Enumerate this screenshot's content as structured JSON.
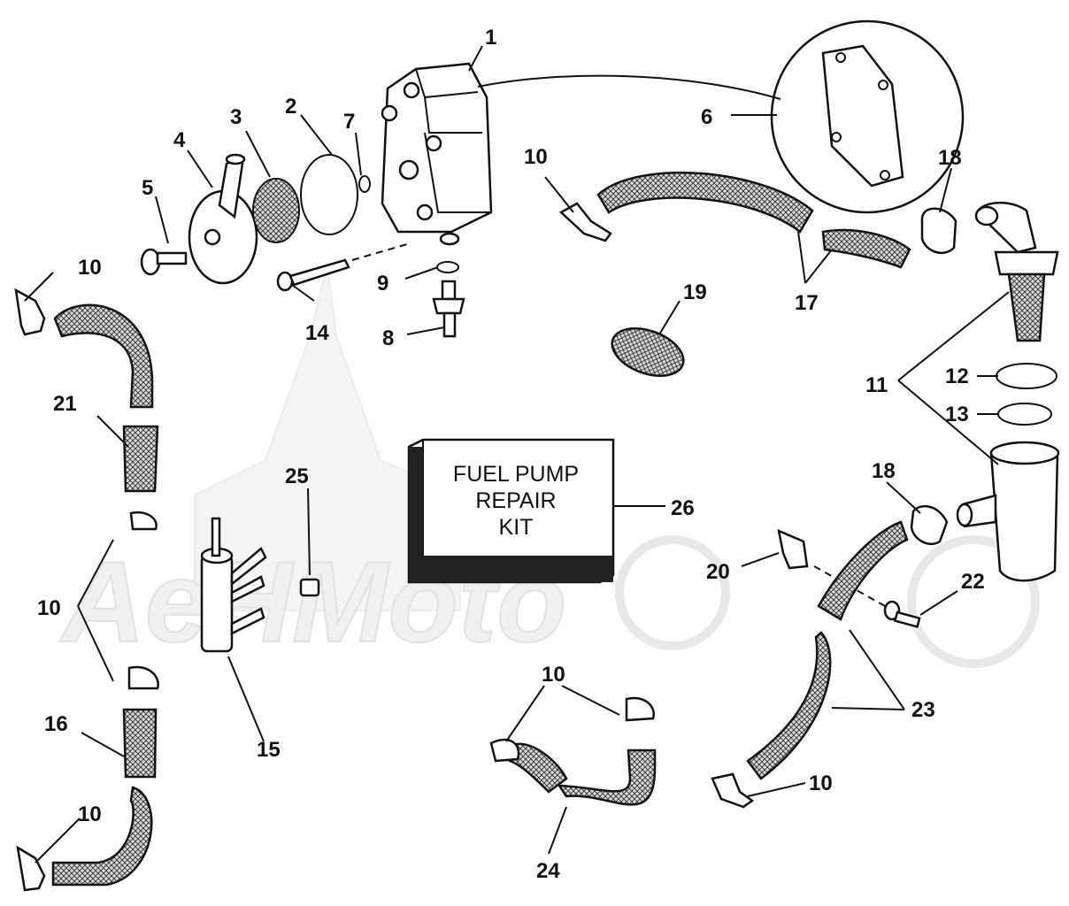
{
  "watermark": "AeHMoto",
  "kit_box": {
    "line1": "FUEL PUMP",
    "line2": "REPAIR",
    "line3": "KIT"
  },
  "callouts": {
    "c1": "1",
    "c2": "2",
    "c3": "3",
    "c4": "4",
    "c5": "5",
    "c6": "6",
    "c7": "7",
    "c8": "8",
    "c9": "9",
    "c10a": "10",
    "c10b": "10",
    "c10c": "10",
    "c10d": "10",
    "c10e": "10",
    "c10f": "10",
    "c11": "11",
    "c12": "12",
    "c13": "13",
    "c14": "14",
    "c15": "15",
    "c16": "16",
    "c17": "17",
    "c18a": "18",
    "c18b": "18",
    "c19": "19",
    "c20": "20",
    "c21": "21",
    "c22": "22",
    "c23": "23",
    "c24": "24",
    "c25": "25",
    "c26": "26"
  }
}
